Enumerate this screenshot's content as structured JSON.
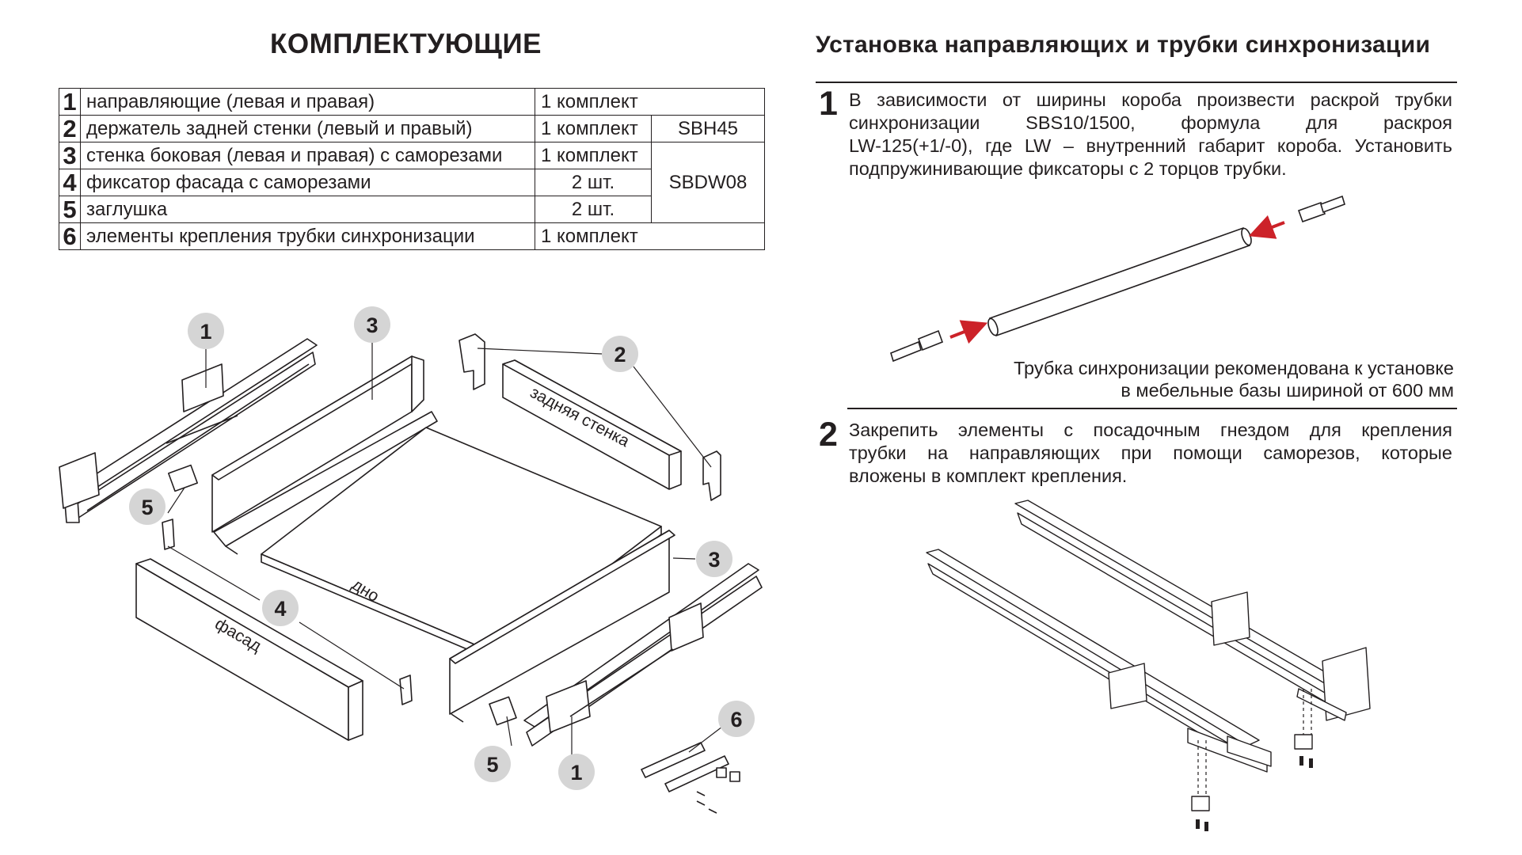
{
  "headings": {
    "components": "КОМПЛЕКТУЮЩИЕ",
    "installation": "Установка направляющих и трубки синхронизации"
  },
  "parts_table": {
    "rows": [
      {
        "num": "1",
        "name": "направляющие (левая и правая)",
        "qty": "1 комплект",
        "code": ""
      },
      {
        "num": "2",
        "name": "держатель задней стенки (левый и правый)",
        "qty": "1 комплект",
        "code": "SBH45"
      },
      {
        "num": "3",
        "name": "стенка боковая (левая и правая) с саморезами",
        "qty": "1 комплект",
        "code": "SBDW08"
      },
      {
        "num": "4",
        "name": "фиксатор фасада с саморезами",
        "qty": "2 шт.",
        "code": ""
      },
      {
        "num": "5",
        "name": "заглушка",
        "qty": "2 шт.",
        "code": ""
      },
      {
        "num": "6",
        "name": "элементы крепления трубки синхронизации",
        "qty": "1 комплект",
        "code": ""
      }
    ]
  },
  "diagram_labels": {
    "rear_wall": "задняя стенка",
    "bottom": "дно",
    "front": "фасад"
  },
  "callouts": [
    "1",
    "2",
    "3",
    "4",
    "5",
    "6"
  ],
  "steps": [
    {
      "num": "1",
      "lines": [
        "В зависимости от ширины короба произвести раскрой трубки",
        "синхронизации SBS10/1500, формула для раскроя",
        "LW-125(+1/-0), где LW – внутренний габарит короба. Установить",
        "подпружинивающие фиксаторы с 2 торцов трубки."
      ]
    },
    {
      "num": "2",
      "lines": [
        "Закрепить элементы с посадочным гнездом для крепления",
        "трубки на направляющих при помощи саморезов, которые",
        "вложены в комплект крепления."
      ]
    }
  ],
  "note": {
    "line1": "Трубка синхронизации рекомендована к установке",
    "line2": "в мебельные базы шириной от 600 мм"
  },
  "colors": {
    "arrow": "#cc2229",
    "callout_fill": "#d5d5d5",
    "ink": "#231f20"
  }
}
